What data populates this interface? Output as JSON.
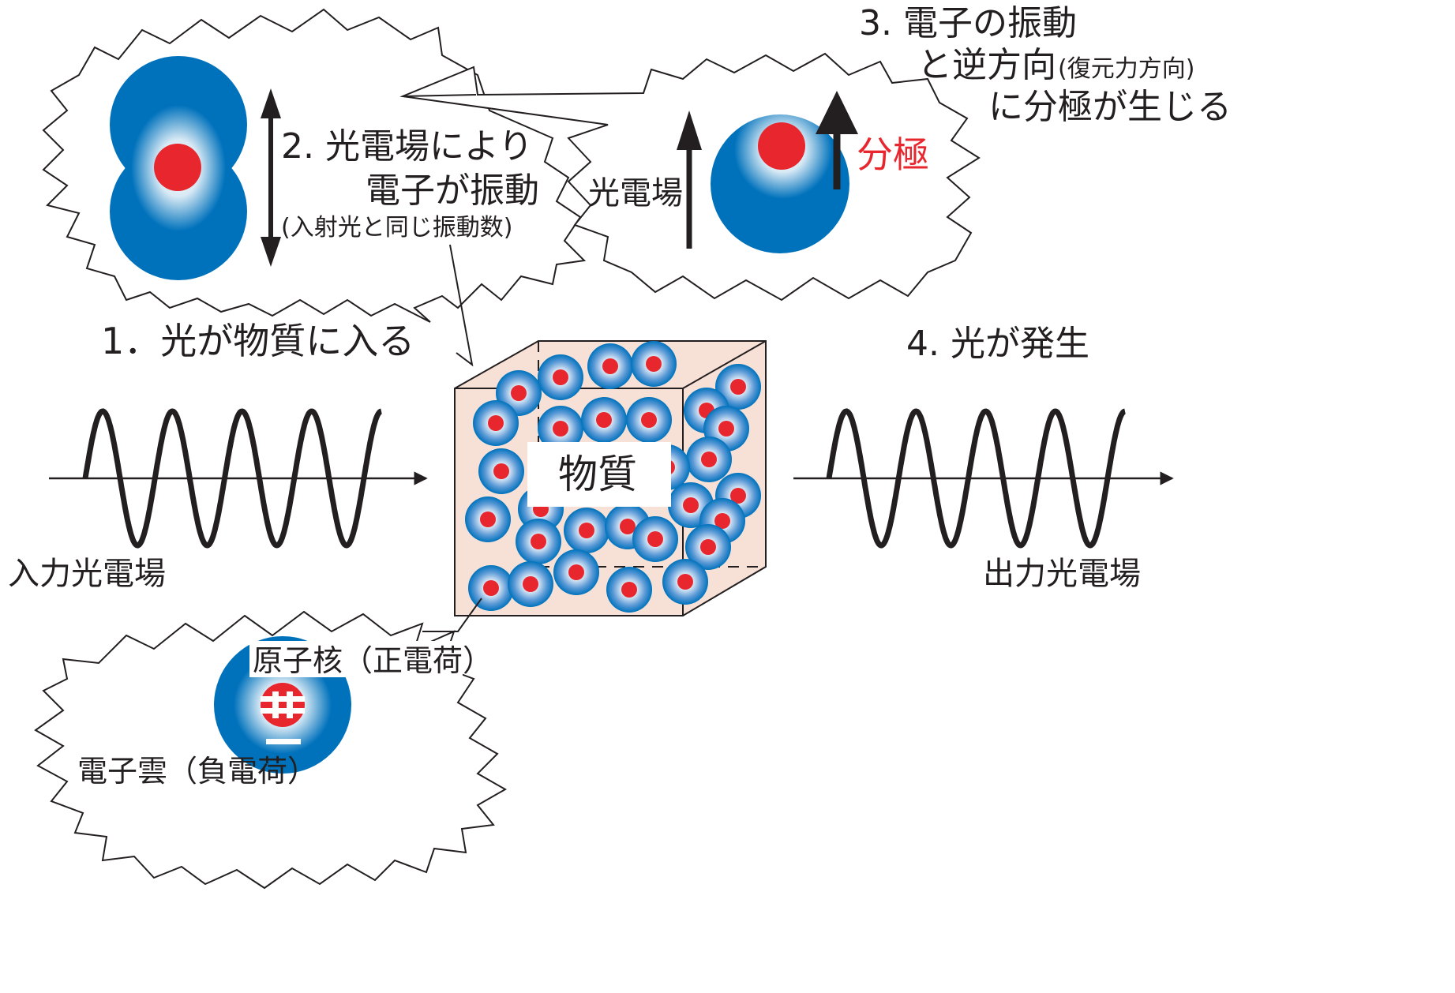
{
  "steps": {
    "step1": "1．光が物質に入る",
    "step2_line1": "2. 光電場により",
    "step2_line2": "電子が振動",
    "step2_line3": "(入射光と同じ振動数)",
    "step3_line1": "3. 電子の振動",
    "step3_line2a": "と逆方向",
    "step3_line2b": "(復元力方向)",
    "step3_line3": "に分極が生じる",
    "step4": "4. 光が発生"
  },
  "labels": {
    "input_field": "入力光電場",
    "output_field": "出力光電場",
    "material": "物質",
    "light_field": "光電場",
    "polarization": "分極",
    "nucleus": "原子核（正電荷）",
    "electron_cloud": "電子雲（負電荷）"
  },
  "colors": {
    "cloud_blue": "#0072bc",
    "nucleus_red": "#e8262e",
    "cube_fill": "#f7e0d6",
    "ink": "#231f20",
    "polarization_red": "#e8262e"
  }
}
